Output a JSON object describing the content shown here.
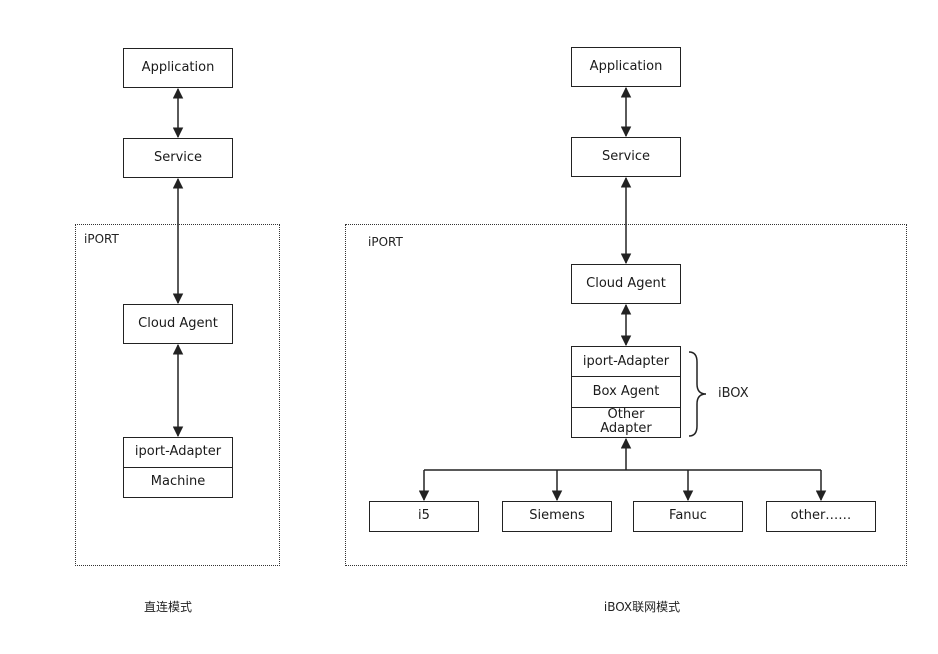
{
  "left": {
    "caption": "直连模式",
    "group_label": "iPORT",
    "application": "Application",
    "service": "Service",
    "cloud_agent": "Cloud Agent",
    "adapter_stack": [
      "iport-Adapter",
      "Machine"
    ]
  },
  "right": {
    "caption": "iBOX联网模式",
    "group_label": "iPORT",
    "application": "Application",
    "service": "Service",
    "cloud_agent": "Cloud Agent",
    "ibox_stack": [
      "iport-Adapter",
      "Box Agent",
      "Other Adapter"
    ],
    "ibox_label": "iBOX",
    "devices": [
      "i5",
      "Siemens",
      "Fanuc",
      "other……"
    ]
  }
}
